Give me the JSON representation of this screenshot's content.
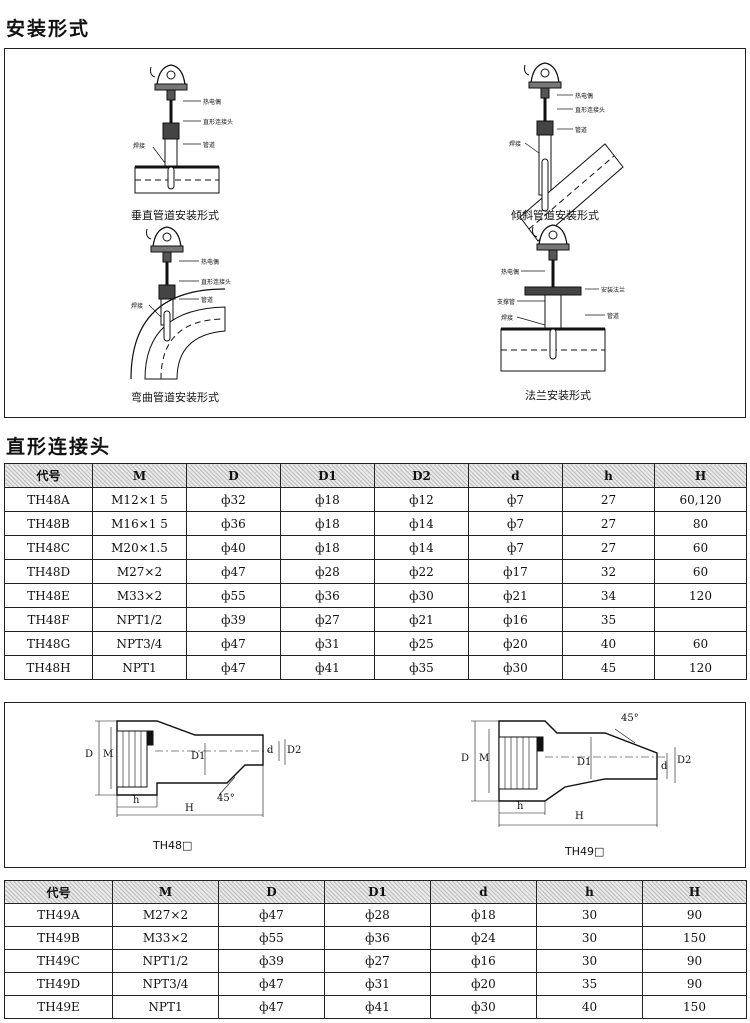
{
  "sections": {
    "install_title": "安装形式",
    "straight_title": "直形连接头"
  },
  "install": {
    "diagrams": [
      {
        "caption": "垂直管道安装形式",
        "labels": [
          "热电偶",
          "直形连接头",
          "焊接",
          "管道"
        ]
      },
      {
        "caption": "倾斜管道安装形式",
        "labels": [
          "热电偶",
          "直形连接头",
          "管道",
          "焊接"
        ]
      },
      {
        "caption": "弯曲管道安装形式",
        "labels": [
          "热电偶",
          "直形连接头",
          "管道",
          "焊接"
        ]
      },
      {
        "caption": "法兰安装形式",
        "labels": [
          "热电偶",
          "安装法兰",
          "支撑管",
          "焊接",
          "管道"
        ]
      }
    ]
  },
  "table1": {
    "headers": [
      "代号",
      "M",
      "D",
      "D1",
      "D2",
      "d",
      "h",
      "H"
    ],
    "rows": [
      [
        "TH48A",
        "M12×1 5",
        "ф32",
        "ф18",
        "ф12",
        "ф7",
        "27",
        "60,120"
      ],
      [
        "TH48B",
        "M16×1 5",
        "ф36",
        "ф18",
        "ф14",
        "ф7",
        "27",
        "80"
      ],
      [
        "TH48C",
        "M20×1.5",
        "ф40",
        "ф18",
        "ф14",
        "ф7",
        "27",
        "60"
      ],
      [
        "TH48D",
        "M27×2",
        "ф47",
        "ф28",
        "ф22",
        "ф17",
        "32",
        "60"
      ],
      [
        "TH48E",
        "M33×2",
        "ф55",
        "ф36",
        "ф30",
        "ф21",
        "34",
        "120"
      ],
      [
        "TH48F",
        "NPT1/2",
        "ф39",
        "ф27",
        "ф21",
        "ф16",
        "35",
        ""
      ],
      [
        "TH48G",
        "NPT3/4",
        "ф47",
        "ф31",
        "ф25",
        "ф20",
        "40",
        "60"
      ],
      [
        "TH48H",
        "NPT1",
        "ф47",
        "ф41",
        "ф35",
        "ф30",
        "45",
        "120"
      ]
    ]
  },
  "drawings": {
    "left_caption": "TH48□",
    "right_caption": "TH49□",
    "angle": "45°",
    "dims": {
      "D": "D",
      "M": "M",
      "D1": "D1",
      "D2": "D2",
      "d": "d",
      "h": "h",
      "H": "H"
    }
  },
  "table2": {
    "headers": [
      "代号",
      "M",
      "D",
      "D1",
      "d",
      "h",
      "H"
    ],
    "rows": [
      [
        "TH49A",
        "M27×2",
        "ф47",
        "ф28",
        "ф18",
        "30",
        "90"
      ],
      [
        "TH49B",
        "M33×2",
        "ф55",
        "ф36",
        "ф24",
        "30",
        "150"
      ],
      [
        "TH49C",
        "NPT1/2",
        "ф39",
        "ф27",
        "ф16",
        "30",
        "90"
      ],
      [
        "TH49D",
        "NPT3/4",
        "ф47",
        "ф31",
        "ф20",
        "35",
        "90"
      ],
      [
        "TH49E",
        "NPT1",
        "ф47",
        "ф41",
        "ф30",
        "40",
        "150"
      ]
    ]
  }
}
